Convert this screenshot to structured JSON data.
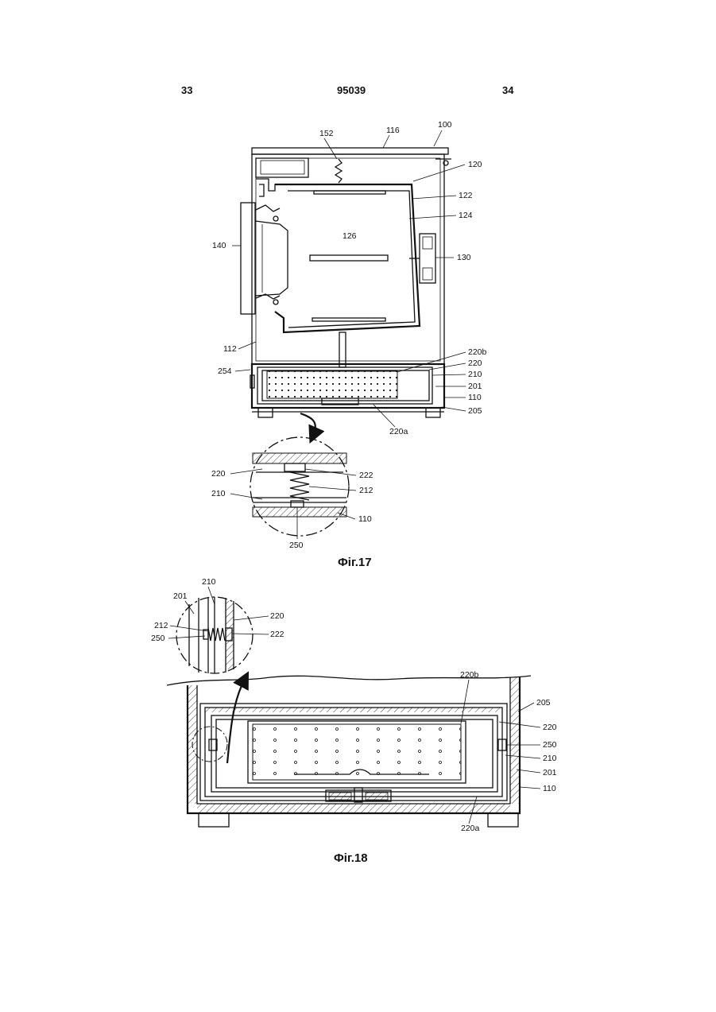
{
  "header": {
    "left_page": "33",
    "patent_number": "95039",
    "right_page": "34"
  },
  "figures": [
    {
      "caption": "Фіг.17",
      "labels": [
        "152",
        "116",
        "100",
        "120",
        "122",
        "124",
        "126",
        "130",
        "140",
        "112",
        "220b",
        "220",
        "210",
        "201",
        "110",
        "205",
        "254",
        "220a"
      ],
      "detail_labels": [
        "220",
        "222",
        "212",
        "210",
        "110",
        "250"
      ]
    },
    {
      "caption": "Фіг.18",
      "detail_labels": [
        "210",
        "201",
        "220",
        "212",
        "222",
        "250"
      ],
      "labels": [
        "220b",
        "205",
        "220",
        "250",
        "210",
        "201",
        "110",
        "220a"
      ]
    }
  ]
}
